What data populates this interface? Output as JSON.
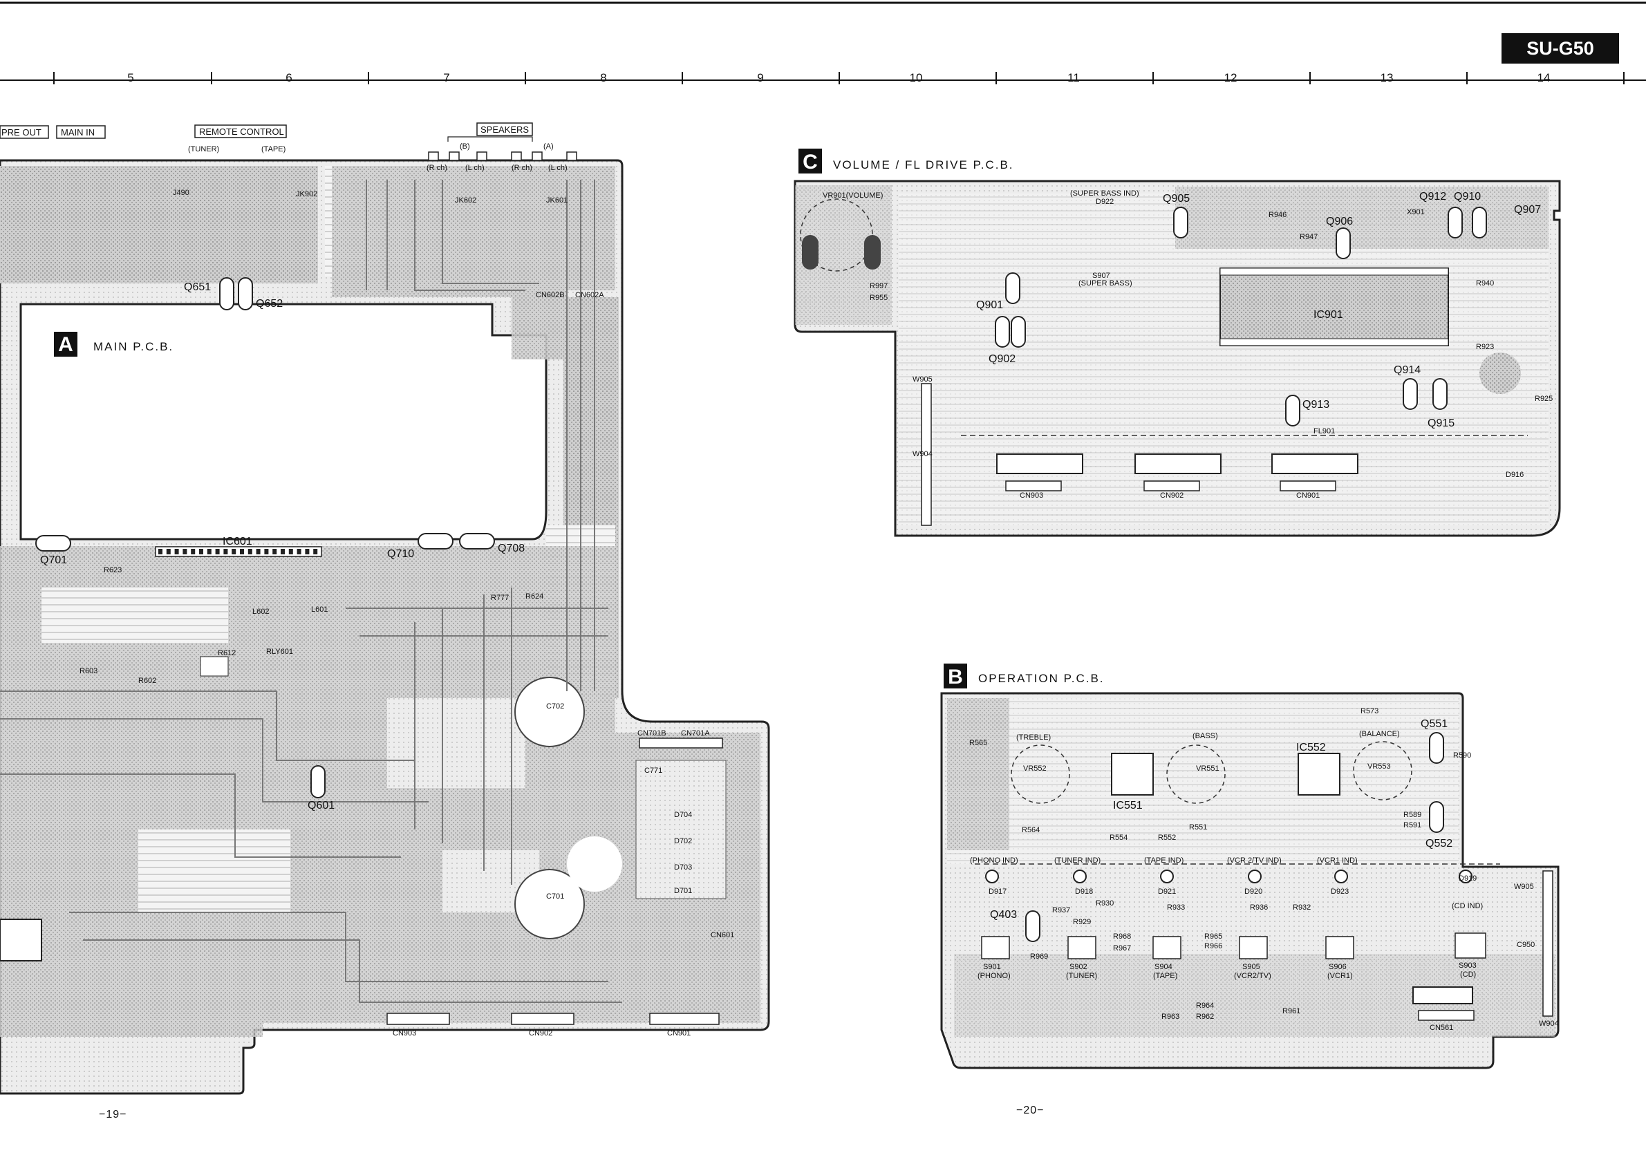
{
  "model": "SU-G50",
  "page_left": "−19−",
  "page_right": "−20−",
  "grid_columns": [
    "5",
    "6",
    "7",
    "8",
    "9",
    "10",
    "11",
    "12",
    "13",
    "14"
  ],
  "boards": {
    "main": {
      "letter": "A",
      "title": "MAIN  P.C.B."
    },
    "volume": {
      "letter": "C",
      "title": "VOLUME / FL  DRIVE  P.C.B."
    },
    "operation": {
      "letter": "B",
      "title": "OPERATION  P.C.B."
    }
  },
  "main_labels": {
    "pre_out": "PRE OUT",
    "main_in": "MAIN IN",
    "remote_control": "REMOTE  CONTROL",
    "tuner": "(TUNER)",
    "tape": "(TAPE)",
    "speakers": "SPEAKERS",
    "spk_b": "(B)",
    "spk_a": "(A)",
    "r_ch": "(R ch)",
    "l_ch": "(L ch)",
    "ic601": "IC601",
    "q701": "Q701",
    "q710": "Q710",
    "q708": "Q708",
    "q651": "Q651",
    "q652": "Q652",
    "q601": "Q601",
    "rly601": "RLY601",
    "j490": "J490",
    "jk902": "JK902",
    "jk602": "JK602",
    "jk601": "JK601",
    "cn602b": "CN602B",
    "cn602a": "CN602A",
    "cn701b": "CN701B",
    "cn701a": "CN701A",
    "cn903": "CN903",
    "cn902": "CN902",
    "cn901": "CN901",
    "cn601": "CN601",
    "c701": "C701",
    "c702": "C702",
    "c771": "C771",
    "r623": "R623",
    "r624": "R624",
    "r777": "R777",
    "l601": "L601",
    "l602": "L602",
    "r612": "R612",
    "r603": "R603",
    "r602": "R602",
    "d701": "D701",
    "d702": "D702",
    "d703": "D703",
    "d704": "D704"
  },
  "volume_labels": {
    "vr901": "VR901(VOLUME)",
    "super_bass_ind": "(SUPER BASS IND)",
    "super_bass": "(SUPER BASS)",
    "q905": "Q905",
    "q906": "Q906",
    "q912": "Q912",
    "q910": "Q910",
    "q907": "Q907",
    "q901": "Q901",
    "q902": "Q902",
    "q913": "Q913",
    "q914": "Q914",
    "q915": "Q915",
    "ic901": "IC901",
    "fl901": "FL901",
    "cn903": "CN903",
    "cn902": "CN902",
    "cn901": "CN901",
    "w904": "W904",
    "w905": "W905",
    "s907": "S907",
    "d922": "D922",
    "x901": "X901",
    "r946": "R946",
    "r947": "R947",
    "r923": "R923",
    "r940": "R940",
    "r925": "R925",
    "d916": "D916",
    "r997": "R997",
    "r955": "R955"
  },
  "operation_labels": {
    "treble": "(TREBLE)",
    "bass": "(BASS)",
    "balance": "(BALANCE)",
    "vr552": "VR552",
    "vr551": "VR551",
    "vr553": "VR553",
    "ic551": "IC551",
    "ic552": "IC552",
    "q551": "Q551",
    "q552": "Q552",
    "q403": "Q403",
    "phono_ind": "(PHONO IND)",
    "tuner_ind": "(TUNER IND)",
    "tape_ind": "(TAPE IND)",
    "vcr2_ind": "(VCR 2/TV IND)",
    "vcr_ind": "(VCR1 IND)",
    "cd_ind": "(CD IND)",
    "s901": "S901",
    "s902": "S902",
    "s904": "S904",
    "s905": "S905",
    "s906": "S906",
    "s903": "S903",
    "phono": "(PHONO)",
    "tuner": "(TUNER)",
    "tape": "(TAPE)",
    "vcr2": "(VCR2/TV)",
    "vcr1": "(VCR1)",
    "cd": "(CD)",
    "cn561": "CN561",
    "w904": "W904",
    "w905": "W905",
    "r937": "R937",
    "r930": "R930",
    "r929": "R929",
    "r933": "R933",
    "r936": "R936",
    "r932": "R932",
    "r968": "R968",
    "r967": "R967",
    "r965": "R965",
    "r966": "R966",
    "r969": "R969",
    "r964": "R964",
    "r963": "R963",
    "r962": "R962",
    "r961": "R961",
    "d917": "D917",
    "d918": "D918",
    "d921": "D921",
    "d920": "D920",
    "d923": "D923",
    "d919": "D919",
    "c950": "C950",
    "r565": "R565",
    "r564": "R564",
    "r554": "R554",
    "r552": "R552",
    "r551": "R551",
    "r573": "R573",
    "r590": "R590",
    "r591": "R591",
    "r589": "R589"
  }
}
